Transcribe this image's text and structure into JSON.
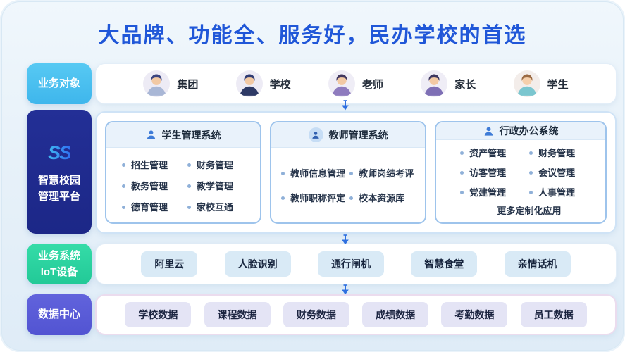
{
  "title": "大品牌、功能全、服务好，民办学校的首选",
  "colors": {
    "title_blue": "#2057D8",
    "audience_label_bg": "#3EB6EC",
    "platform_label_bg": "#1C2787",
    "iot_label_bg": "#22C997",
    "data_label_bg": "#5254D2",
    "card_border": "#9EC4EC",
    "arrow_blue": "#2E6FE0",
    "iot_chip_bg": "#D9EAF6",
    "data_chip_bg": "#E4E4F5"
  },
  "sidebar": {
    "audience_label": "业务对象",
    "platform": {
      "logo": "SS",
      "line1": "智慧校园",
      "line2": "管理平台"
    },
    "iot": {
      "line1": "业务系统",
      "line2": "IoT设备"
    },
    "data_center_label": "数据中心"
  },
  "audiences": [
    {
      "label": "集团",
      "hair": "#3A4480",
      "shirt": "#A9B7D6",
      "bg": "#EDEBF5",
      "skin": "#F2C9A4"
    },
    {
      "label": "学校",
      "hair": "#2F3B73",
      "shirt": "#2E3A66",
      "bg": "#EDEBF5",
      "skin": "#F2C9A4"
    },
    {
      "label": "老师",
      "hair": "#41375F",
      "shirt": "#8E7BBE",
      "bg": "#EFEDF6",
      "skin": "#F2C9A4"
    },
    {
      "label": "家长",
      "hair": "#3C3660",
      "shirt": "#7E6FB5",
      "bg": "#EFEDF6",
      "skin": "#F2C9A4"
    },
    {
      "label": "学生",
      "hair": "#9A6A43",
      "shirt": "#7BC6CF",
      "bg": "#F3EDEA",
      "skin": "#F5CFAB"
    }
  ],
  "systems": [
    {
      "title": "学生管理系统",
      "items": [
        "招生管理",
        "财务管理",
        "教务管理",
        "教学管理",
        "德育管理",
        "家校互通"
      ]
    },
    {
      "title": "教师管理系统",
      "items": [
        "教师信息管理",
        "教师岗绩考评",
        "教师职称评定",
        "校本资源库"
      ]
    },
    {
      "title": "行政办公系统",
      "items": [
        "资产管理",
        "财务管理",
        "访客管理",
        "会议管理",
        "党建管理",
        "人事管理"
      ],
      "footer": "更多定制化应用"
    }
  ],
  "iot": {
    "items": [
      "阿里云",
      "人脸识别",
      "通行闸机",
      "智慧食堂",
      "亲情话机"
    ]
  },
  "data_center": {
    "items": [
      "学校数据",
      "课程数据",
      "财务数据",
      "成绩数据",
      "考勤数据",
      "员工数据"
    ]
  }
}
